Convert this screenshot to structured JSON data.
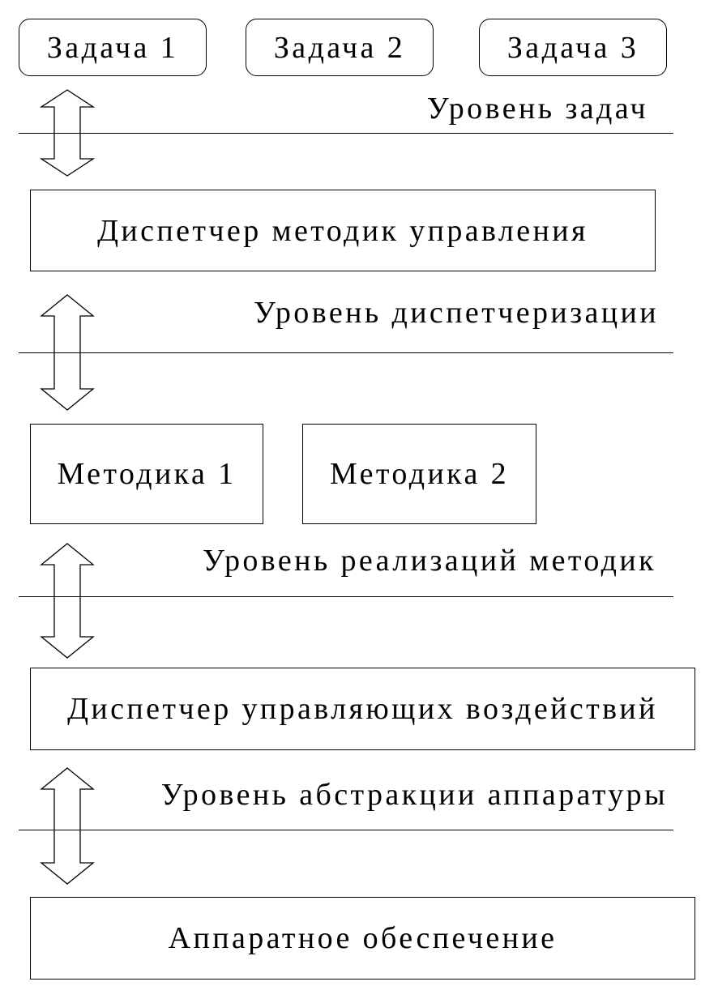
{
  "tasks": [
    {
      "label": "Задача 1"
    },
    {
      "label": "Задача 2"
    },
    {
      "label": "Задача 3"
    }
  ],
  "levels": {
    "tasks": "Уровень задач",
    "dispatching": "Уровень диспетчеризации",
    "method_implementations": "Уровень реализаций методик",
    "hardware_abstraction": "Уровень абстракции аппаратуры"
  },
  "blocks": {
    "method_dispatcher": "Диспетчер методик управления",
    "methods": [
      {
        "label": "Методика 1"
      },
      {
        "label": "Методика 2"
      }
    ],
    "control_dispatcher": "Диспетчер управляющих воздействий",
    "hardware": "Аппаратное обеспечение"
  }
}
